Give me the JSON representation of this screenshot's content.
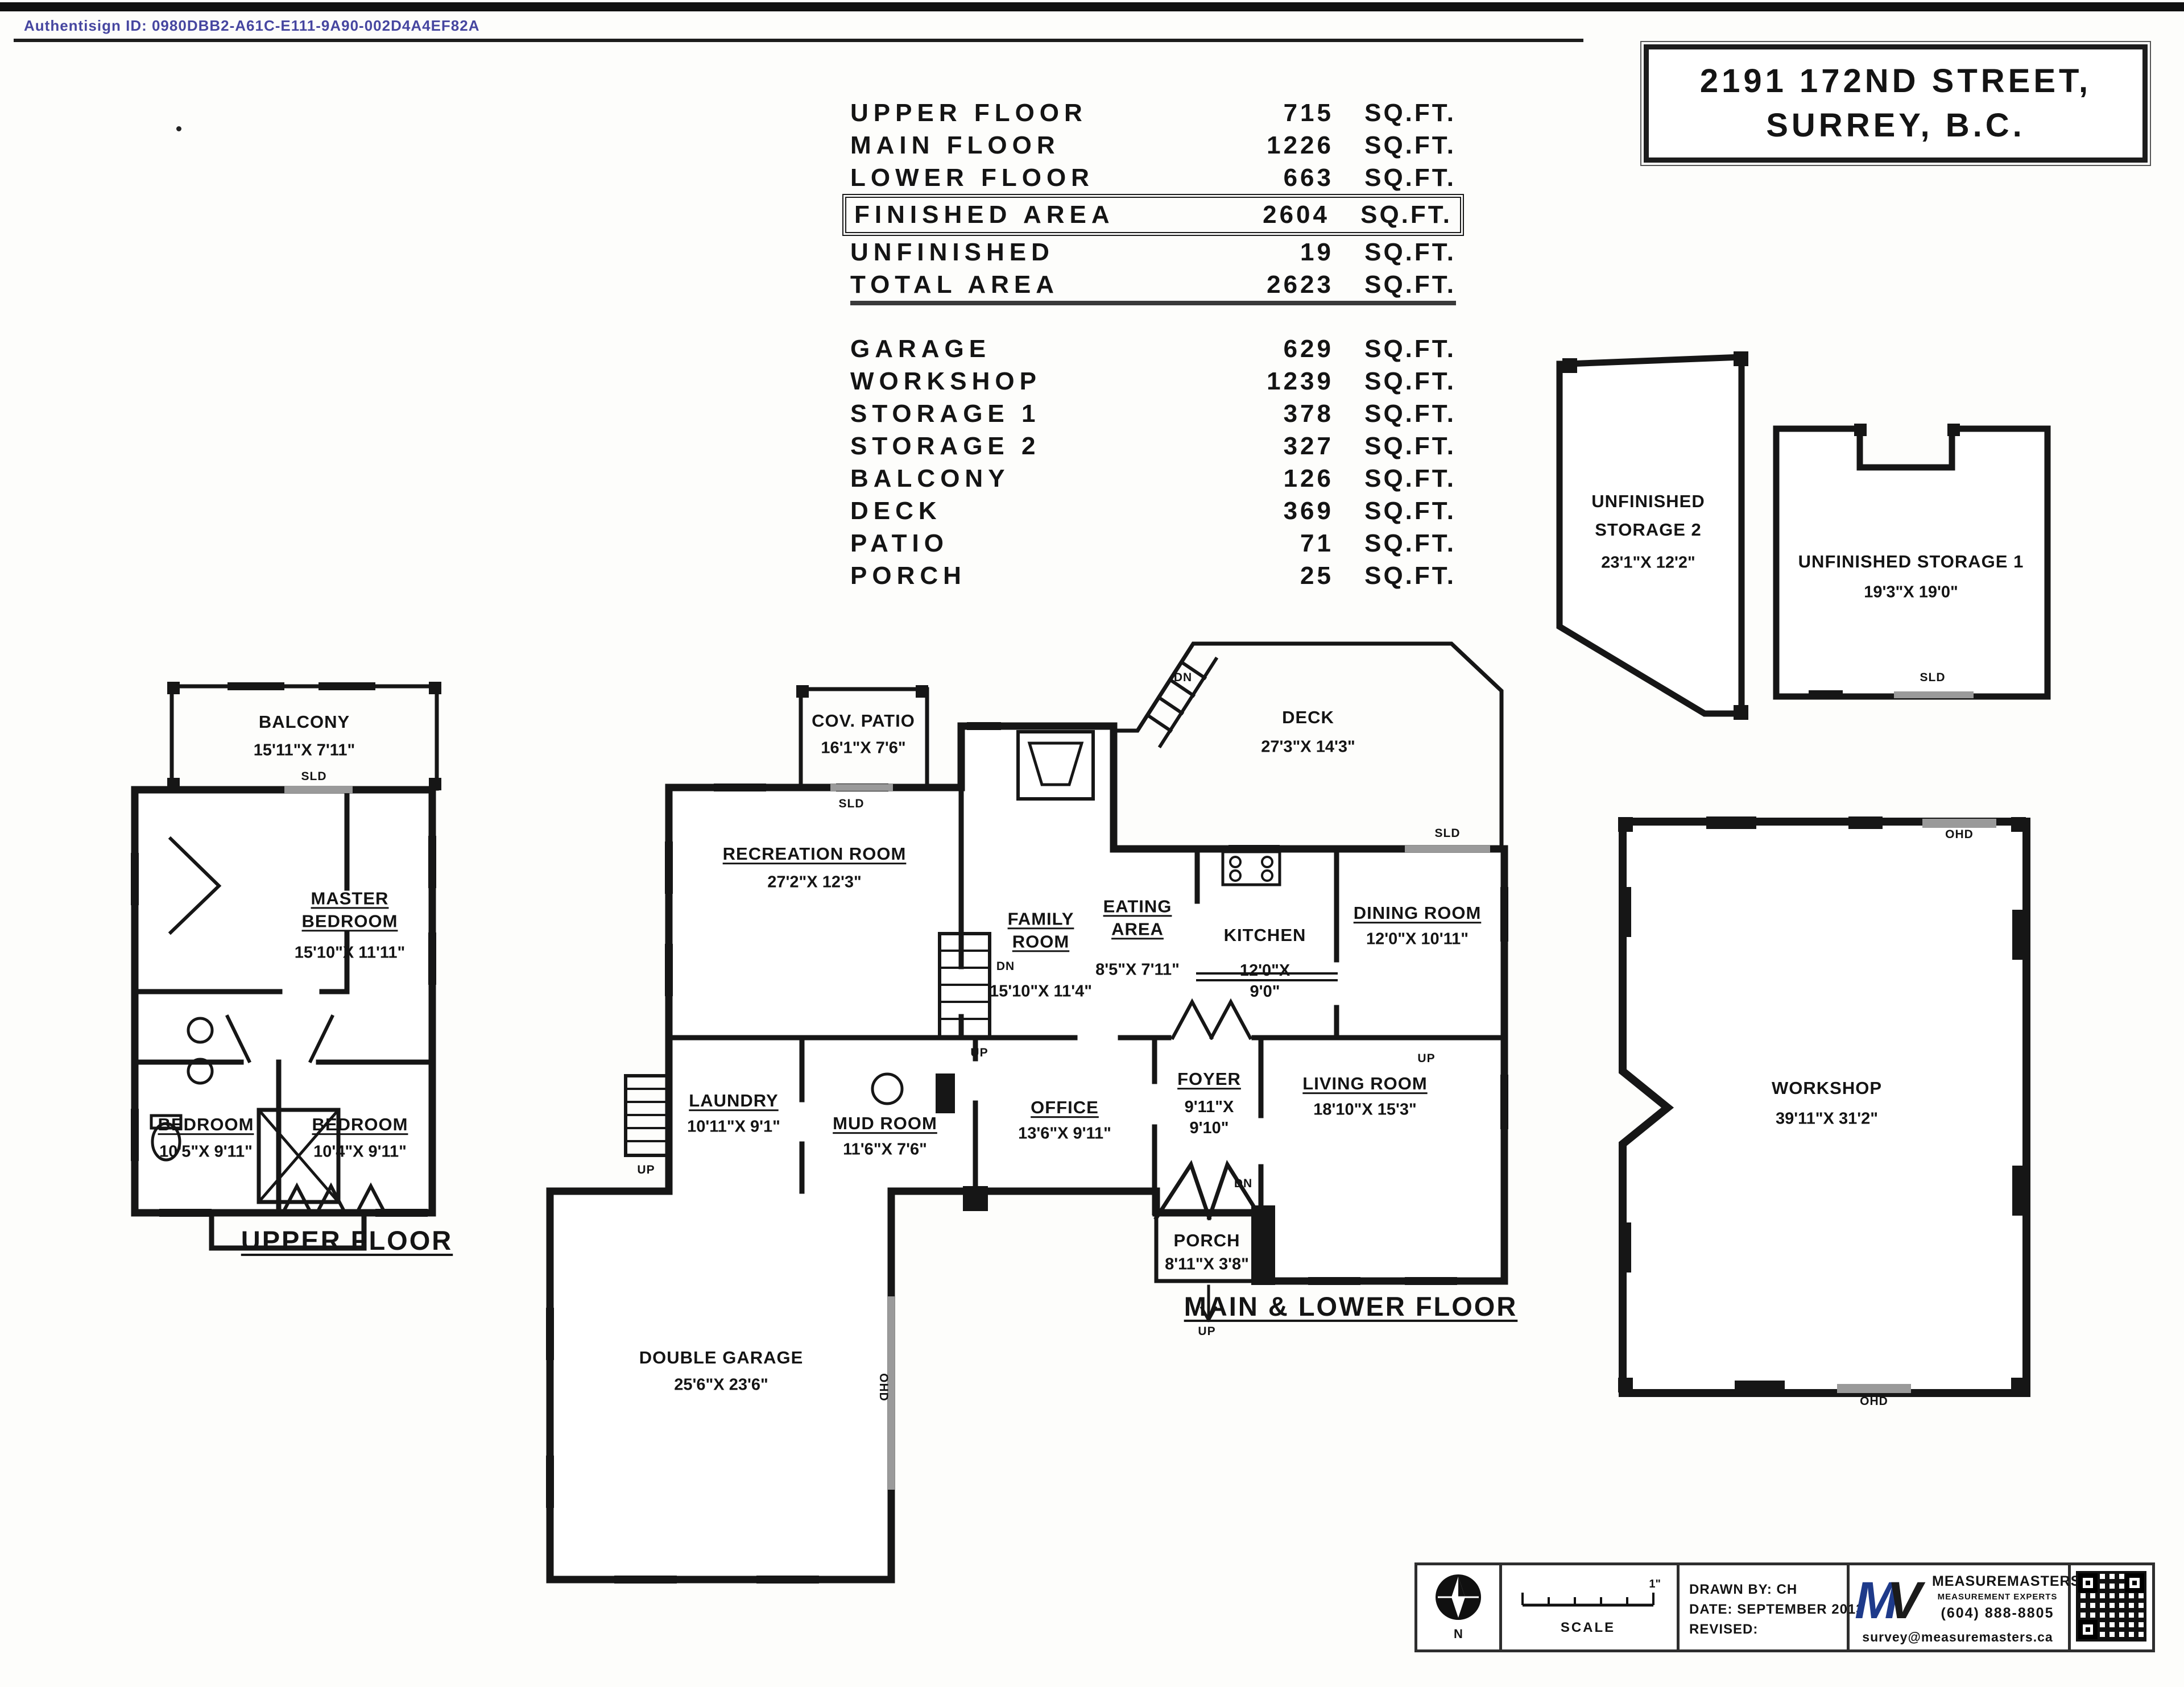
{
  "document": {
    "authentisign_id": "Authentisign ID: 0980DBB2-A61C-E111-9A90-002D4A4EF82A",
    "title_line1": "2191 172ND STREET,",
    "title_line2": "SURREY, B.C."
  },
  "area_table": {
    "main_rows": [
      {
        "label": "UPPER FLOOR",
        "value": "715",
        "unit": "SQ.FT."
      },
      {
        "label": "MAIN FLOOR",
        "value": "1226",
        "unit": "SQ.FT."
      },
      {
        "label": "LOWER FLOOR",
        "value": "663",
        "unit": "SQ.FT."
      },
      {
        "label": "FINISHED AREA",
        "value": "2604",
        "unit": "SQ.FT."
      },
      {
        "label": "UNFINISHED",
        "value": "19",
        "unit": "SQ.FT."
      },
      {
        "label": "TOTAL AREA",
        "value": "2623",
        "unit": "SQ.FT."
      }
    ],
    "other_rows": [
      {
        "label": "GARAGE",
        "value": "629",
        "unit": "SQ.FT."
      },
      {
        "label": "WORKSHOP",
        "value": "1239",
        "unit": "SQ.FT."
      },
      {
        "label": "STORAGE 1",
        "value": "378",
        "unit": "SQ.FT."
      },
      {
        "label": "STORAGE 2",
        "value": "327",
        "unit": "SQ.FT."
      },
      {
        "label": "BALCONY",
        "value": "126",
        "unit": "SQ.FT."
      },
      {
        "label": "DECK",
        "value": "369",
        "unit": "SQ.FT."
      },
      {
        "label": "PATIO",
        "value": "71",
        "unit": "SQ.FT."
      },
      {
        "label": "PORCH",
        "value": "25",
        "unit": "SQ.FT."
      }
    ]
  },
  "plans": {
    "upper_floor": {
      "title": "UPPER FLOOR",
      "rooms": [
        {
          "name": "BALCONY",
          "dims": "15'11\"X 7'11\""
        },
        {
          "name": "MASTER BEDROOM",
          "dims": "15'10\"X 11'11\""
        },
        {
          "name": "BEDROOM",
          "dims": "10'5\"X 9'11\""
        },
        {
          "name": "BEDROOM",
          "dims": "10'4\"X 9'11\""
        }
      ]
    },
    "main_lower": {
      "title": "MAIN & LOWER FLOOR",
      "rooms": [
        {
          "name": "COV. PATIO",
          "dims": "16'1\"X 7'6\""
        },
        {
          "name": "RECREATION ROOM",
          "dims": "27'2\"X 12'3\""
        },
        {
          "name": "FAMILY ROOM",
          "dims": "15'10\"X 11'4\""
        },
        {
          "name": "DECK",
          "dims": "27'3\"X 14'3\""
        },
        {
          "name": "EATING AREA",
          "dims": "8'5\"X 7'11\""
        },
        {
          "name": "KITCHEN",
          "dims": "12'0\"X 9'0\""
        },
        {
          "name": "DINING ROOM",
          "dims": "12'0\"X 10'11\""
        },
        {
          "name": "LAUNDRY",
          "dims": "10'11\"X 9'1\""
        },
        {
          "name": "MUD ROOM",
          "dims": "11'6\"X 7'6\""
        },
        {
          "name": "OFFICE",
          "dims": "13'6\"X 9'11\""
        },
        {
          "name": "FOYER",
          "dims": "9'11\"X 9'10\""
        },
        {
          "name": "LIVING ROOM",
          "dims": "18'10\"X 15'3\""
        },
        {
          "name": "PORCH",
          "dims": "8'11\"X 3'8\""
        },
        {
          "name": "DOUBLE GARAGE",
          "dims": "25'6\"X 23'6\""
        }
      ]
    },
    "outbuildings": {
      "storage2": {
        "name_line1": "UNFINISHED",
        "name_line2": "STORAGE 2",
        "dims": "23'1\"X 12'2\""
      },
      "storage1": {
        "name": "UNFINISHED STORAGE 1",
        "dims": "19'3\"X 19'0\""
      },
      "workshop": {
        "name": "WORKSHOP",
        "dims": "39'11\"X 31'2\""
      }
    },
    "markers": {
      "sld": "SLD",
      "ohd": "OHD",
      "up": "UP",
      "dn": "DN"
    }
  },
  "legend": {
    "compass_label": "N",
    "scale_label": "SCALE",
    "scale_mark": "1\"",
    "drawn_by": "DRAWN BY: CH",
    "date": "DATE: SEPTEMBER 2013",
    "revised": "REVISED:",
    "company": {
      "logo_m": "M",
      "logo_v": "V",
      "name": "MEASUREMASTERS",
      "tagline": "MEASUREMENT EXPERTS",
      "phone": "(604) 888-8805",
      "email": "survey@measuremasters.ca"
    }
  },
  "colors": {
    "ink": "#141414",
    "accent_blue": "#1e3a8a",
    "authentisign_blue": "#4646a0"
  }
}
